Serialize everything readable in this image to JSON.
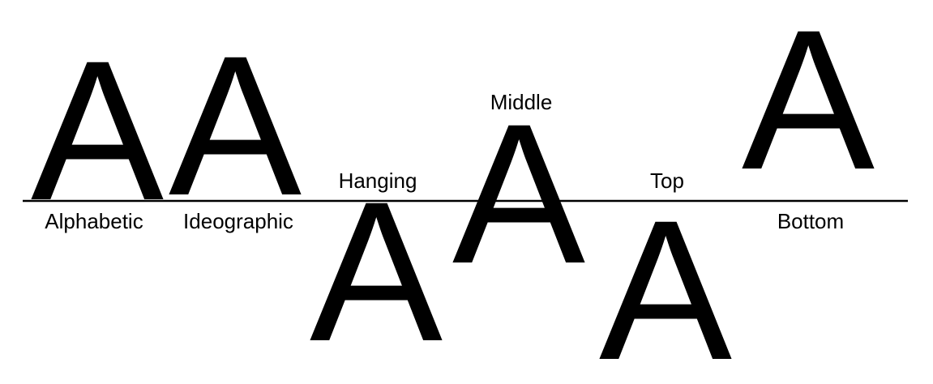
{
  "glyph": "A",
  "colors": {
    "ink": "#000000",
    "background": "#ffffff"
  },
  "baselines": [
    {
      "key": "alphabetic",
      "label": "Alphabetic"
    },
    {
      "key": "ideographic",
      "label": "Ideographic"
    },
    {
      "key": "hanging",
      "label": "Hanging"
    },
    {
      "key": "middle",
      "label": "Middle"
    },
    {
      "key": "top",
      "label": "Top"
    },
    {
      "key": "bottom",
      "label": "Bottom"
    }
  ]
}
